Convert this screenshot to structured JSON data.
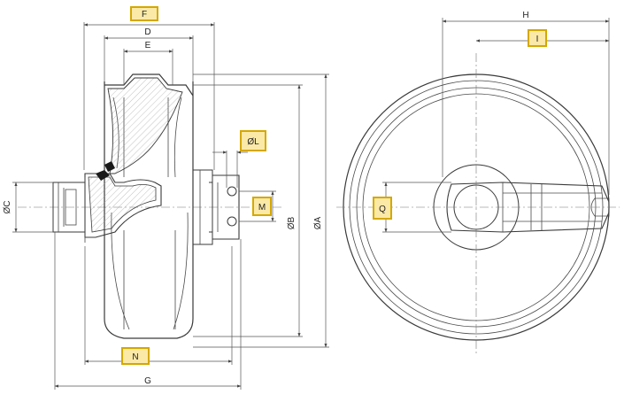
{
  "labels": {
    "F": "F",
    "D": "D",
    "E": "E",
    "L": "ØL",
    "M": "M",
    "C": "ØC",
    "B": "ØB",
    "A": "ØA",
    "N": "N",
    "G": "G",
    "H": "H",
    "I": "I",
    "Q": "Q"
  },
  "colors": {
    "highlight_fill": "#fbe9a8",
    "highlight_border": "#d4a800",
    "line": "#3a3a3a"
  }
}
